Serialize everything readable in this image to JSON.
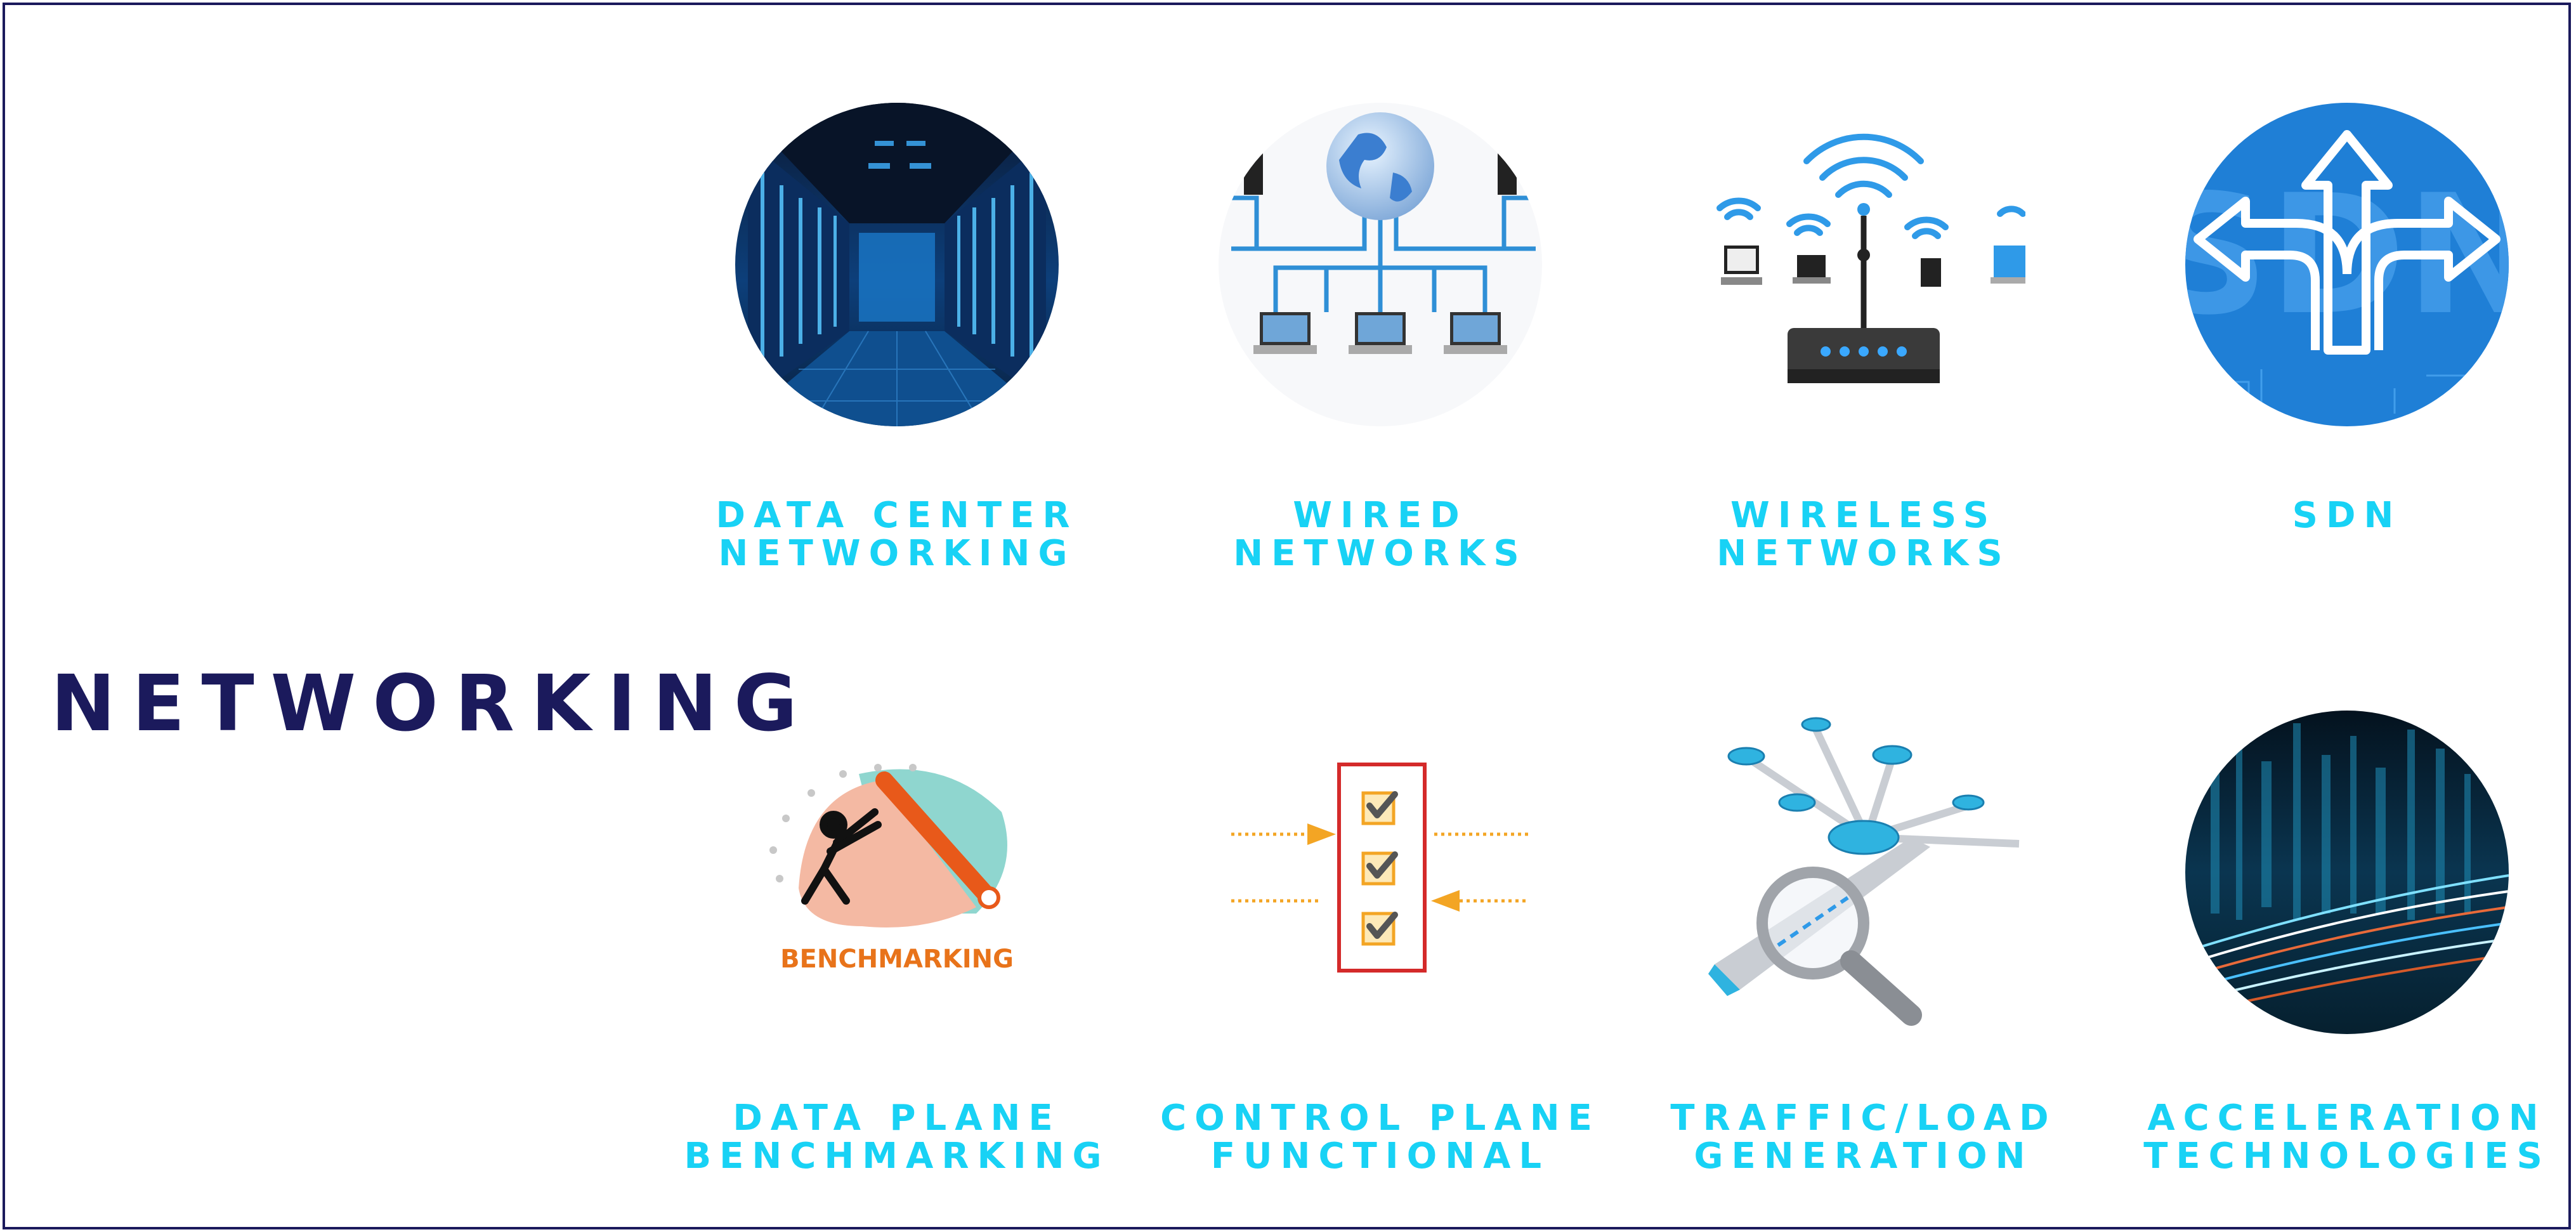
{
  "page": {
    "title": "NETWORKING"
  },
  "colors": {
    "navy": "#1b1a5c",
    "cyan": "#18d2f5",
    "orange": "#e8731a"
  },
  "items": [
    {
      "line1": "DATA CENTER",
      "line2": "NETWORKING",
      "icon": "data-center-icon"
    },
    {
      "line1": "WIRED NETWORKS",
      "line2": "",
      "icon": "wired-network-icon"
    },
    {
      "line1": "WIRELESS",
      "line2": "NETWORKS",
      "icon": "wireless-router-icon"
    },
    {
      "line1": "SDN",
      "line2": "",
      "icon": "sdn-arrows-icon"
    },
    {
      "line1": "DATA PLANE",
      "line2": "BENCHMARKING",
      "icon": "benchmarking-gauge-icon",
      "icon_text": "BENCHMARKING"
    },
    {
      "line1": "CONTROL PLANE",
      "line2": "FUNCTIONAL",
      "icon": "checklist-icon"
    },
    {
      "line1": "TRAFFIC/LOAD",
      "line2": "GENERATION",
      "icon": "traffic-magnifier-icon"
    },
    {
      "line1": "ACCELERATION",
      "line2": "TECHNOLOGIES",
      "icon": "acceleration-lights-icon"
    }
  ]
}
